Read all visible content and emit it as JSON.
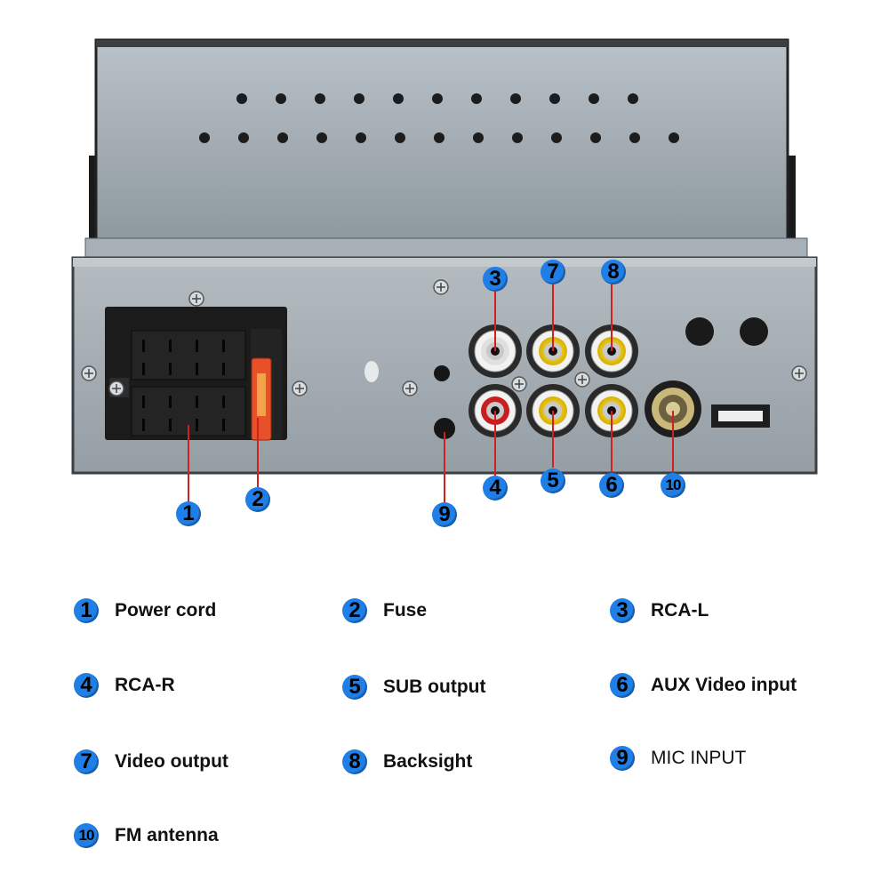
{
  "callouts": [
    "1",
    "2",
    "3",
    "4",
    "5",
    "6",
    "7",
    "8",
    "9",
    "10"
  ],
  "legend": [
    {
      "num": "1",
      "label": "Power cord"
    },
    {
      "num": "2",
      "label": "Fuse"
    },
    {
      "num": "3",
      "label": "RCA-L"
    },
    {
      "num": "4",
      "label": "RCA-R"
    },
    {
      "num": "5",
      "label": "SUB output"
    },
    {
      "num": "6",
      "label": "AUX Video input"
    },
    {
      "num": "7",
      "label": "Video output"
    },
    {
      "num": "8",
      "label": "Backsight"
    },
    {
      "num": "9",
      "label": "MIC INPUT"
    },
    {
      "num": "10",
      "label": "FM antenna"
    }
  ],
  "colors": {
    "badge": "#1f7fe6",
    "chassis": "#9aa3ab",
    "rca_yellow": "#e8c400",
    "rca_red": "#c81e1e",
    "rca_white": "#eeeeee",
    "fuse": "#e8502a"
  }
}
